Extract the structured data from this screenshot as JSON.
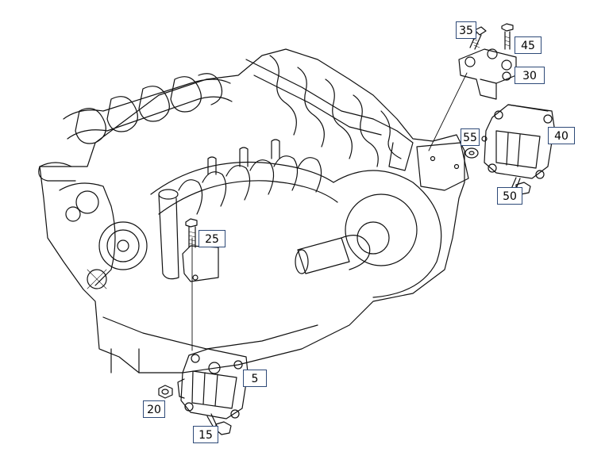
{
  "callouts": [
    {
      "id": "c35",
      "label": "35"
    },
    {
      "id": "c45",
      "label": "45"
    },
    {
      "id": "c30",
      "label": "30"
    },
    {
      "id": "c55",
      "label": "55"
    },
    {
      "id": "c40",
      "label": "40"
    },
    {
      "id": "c50",
      "label": "50"
    },
    {
      "id": "c25",
      "label": "25"
    },
    {
      "id": "c5",
      "label": "5"
    },
    {
      "id": "c20",
      "label": "20"
    },
    {
      "id": "c15",
      "label": "15"
    }
  ],
  "colors": {
    "line": "#111111",
    "callout_border": "#2e4a78",
    "background": "#ffffff"
  },
  "icons": [
    "engine-block",
    "engine-mount-front",
    "engine-mount-rear",
    "bolt",
    "nut",
    "washer",
    "bracket"
  ]
}
